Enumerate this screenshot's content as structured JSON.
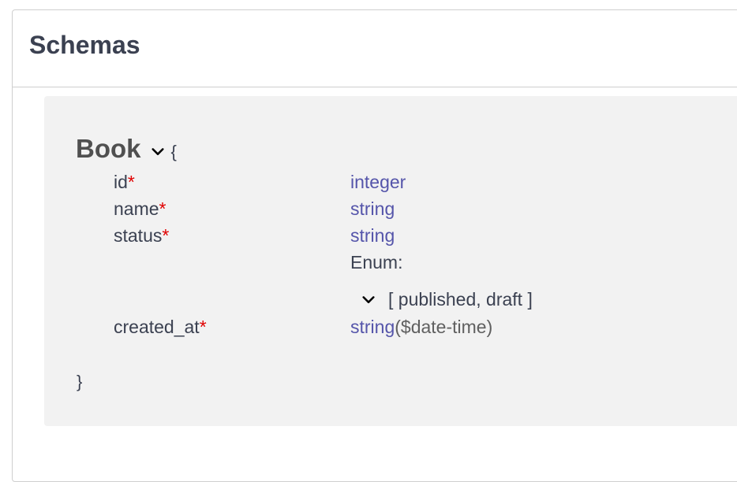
{
  "section": {
    "title": "Schemas"
  },
  "model": {
    "name": "Book",
    "open_brace": "{",
    "close_brace": "}",
    "required_marker": "*",
    "properties": [
      {
        "name": "id",
        "type": "integer",
        "format": ""
      },
      {
        "name": "name",
        "type": "string",
        "format": ""
      },
      {
        "name": "status",
        "type": "string",
        "format": "",
        "enum_label": "Enum:",
        "enum_values": "[ published, draft ]"
      },
      {
        "name": "created_at",
        "type": "string",
        "format": "($date-time)"
      }
    ]
  },
  "icons": {
    "model_toggle": "chevron-down-icon",
    "enum_toggle": "chevron-down-icon"
  },
  "colors": {
    "type_text": "#5555aa",
    "required_marker": "#e00000",
    "model_background": "#f2f2f2"
  }
}
